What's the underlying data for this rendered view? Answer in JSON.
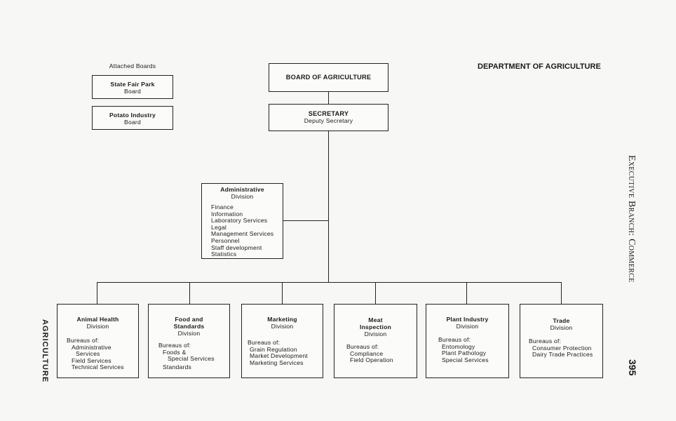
{
  "attached_boards": {
    "heading": "Attached Boards",
    "boards": [
      {
        "name": "State Fair Park",
        "type": "Board"
      },
      {
        "name": "Potato Industry",
        "type": "Board"
      }
    ]
  },
  "department_title": "DEPARTMENT OF AGRICULTURE",
  "board": {
    "name": "BOARD OF AGRICULTURE"
  },
  "secretary": {
    "title": "SECRETARY",
    "deputy": "Deputy Secretary"
  },
  "administrative": {
    "name": "Administrative",
    "type": "Division",
    "units": [
      "Finance",
      "Information",
      "Laboratory Services",
      "Legal",
      "Management Services",
      "Personnel",
      "Staff development",
      "Statistics"
    ]
  },
  "divisions": [
    {
      "name_lines": [
        "Animal Health"
      ],
      "type": "Division",
      "bureaus_heading": "Bureaus of:",
      "bureaus": [
        "Administrative",
        "Services",
        "Field Services",
        "Technical Services"
      ]
    },
    {
      "name_lines": [
        "Food and",
        "Standards"
      ],
      "type": "Division",
      "bureaus_heading": "Bureaus of:",
      "bureaus": [
        "Foods &",
        "Special Services",
        "Standards"
      ]
    },
    {
      "name_lines": [
        "Marketing"
      ],
      "type": "Division",
      "bureaus_heading": "Bureaus of:",
      "bureaus": [
        "Grain Regulation",
        "Market Development",
        "Marketing Services"
      ]
    },
    {
      "name_lines": [
        "Meat",
        "Inspection"
      ],
      "type": "Division",
      "bureaus_heading": "Bureaus of:",
      "bureaus": [
        "Compliance",
        "Field Operation"
      ]
    },
    {
      "name_lines": [
        "Plant Industry"
      ],
      "type": "Division",
      "bureaus_heading": "Bureaus of:",
      "bureaus": [
        "Entomology",
        "Plant Pathology",
        "Special Services"
      ]
    },
    {
      "name_lines": [
        "Trade"
      ],
      "type": "Division",
      "bureaus_heading": "Bureaus of:",
      "bureaus": [
        "Consumer Protection",
        "Dairy Trade Practices"
      ]
    }
  ],
  "side_label_left": "AGRICULTURE",
  "side_label_right": "Executive Branch: Commerce",
  "page_number": "395"
}
